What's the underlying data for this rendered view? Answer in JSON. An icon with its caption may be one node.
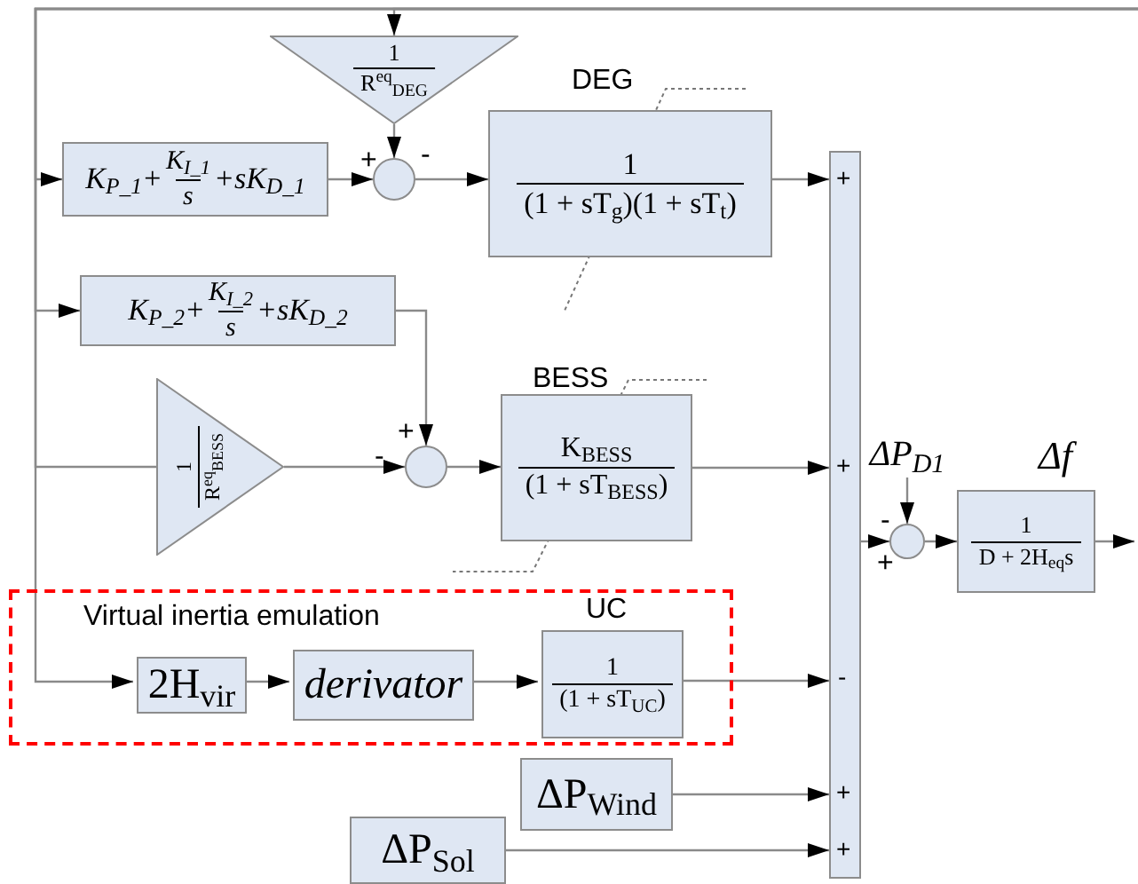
{
  "diagram": {
    "nodes": [
      {
        "text": [
          "1",
          "R$^{eq}$$_{DEG}$"
        ]
      },
      {
        "text": [
          "K$_{P_1}$+",
          "K$_{I_1}$",
          "s",
          "+sK$_{D_1}$"
        ]
      },
      {
        "text": [],
        "shape": "circle"
      },
      {
        "text": [
          "1",
          "(1 + sT$_{g}$)(1 + sT$_{t}$)"
        ],
        "beside": [
          "DEG"
        ]
      },
      {
        "text": [],
        "shape": "bar"
      },
      {
        "text": [
          "K$_{P_2}$+",
          "K$_{I_2}$",
          "s",
          "+sK$_{D_2}$"
        ]
      },
      {
        "text": [
          "1",
          "R$^{eq}$$_{BESS}$"
        ]
      },
      {
        "text": [],
        "shape": "circle"
      },
      {
        "text": [
          "K$_{BESS}$",
          "(1 + sT$_{BESS}$)"
        ],
        "beside": [
          "BESS"
        ]
      },
      {
        "text": [
          "Virtual inertia emulation"
        ]
      },
      {
        "text": [
          "2H$_{vir}$"
        ],
        "in": 9
      },
      {
        "text": [
          "derivator"
        ],
        "in": 9
      },
      {
        "text": [
          "1",
          "(1 + sT$_{UC}$)"
        ],
        "beside": [
          "UC"
        ],
        "in": 9
      },
      {
        "text": [
          "ΔP$_{Wind}$"
        ]
      },
      {
        "text": [
          "ΔP$_{Sol}$"
        ]
      },
      {
        "text": [],
        "shape": "circle"
      },
      {
        "text": [
          "1",
          "D + 2H$_{eq}$s"
        ],
        "beside": [
          "Δf"
        ]
      },
      {
        "text": [
          "ΔP$_{D1}$"
        ]
      }
    ],
    "edges": [
      {
        "from": null,
        "to": 0,
        "arrow": "to"
      },
      {
        "from": null,
        "to": 1,
        "arrow": "to"
      },
      {
        "from": null,
        "to": 5,
        "arrow": "to"
      },
      {
        "from": null,
        "to": 6,
        "arrow": "none"
      },
      {
        "from": null,
        "to": 10,
        "arrow": "to"
      },
      {
        "from": 0,
        "to": 2,
        "arrow": "to"
      },
      {
        "from": 1,
        "to": 2,
        "arrow": "to"
      },
      {
        "from": 2,
        "to": 3,
        "arrow": "to"
      },
      {
        "from": 3,
        "to": 4,
        "arrow": "to"
      },
      {
        "from": 5,
        "to": 7,
        "arrow": "to"
      },
      {
        "from": 6,
        "to": 7,
        "arrow": "to"
      },
      {
        "from": 7,
        "to": 8,
        "arrow": "to"
      },
      {
        "from": 8,
        "to": 4,
        "arrow": "to"
      },
      {
        "from": 10,
        "to": 11,
        "arrow": "to"
      },
      {
        "from": 11,
        "to": 12,
        "arrow": "to"
      },
      {
        "from": 12,
        "to": 4,
        "arrow": "to"
      },
      {
        "from": 13,
        "to": 4,
        "arrow": "to"
      },
      {
        "from": 14,
        "to": 4,
        "arrow": "to"
      },
      {
        "from": 4,
        "to": 15,
        "arrow": "to"
      },
      {
        "from": 17,
        "to": 15,
        "arrow": "to"
      },
      {
        "from": 15,
        "to": 16,
        "arrow": "to"
      },
      {
        "from": 16,
        "to": null,
        "arrow": "to"
      }
    ],
    "labels": [
      "+",
      "-",
      "+",
      "+",
      "-",
      "+",
      "-",
      "+",
      "-",
      "+",
      "+"
    ]
  }
}
